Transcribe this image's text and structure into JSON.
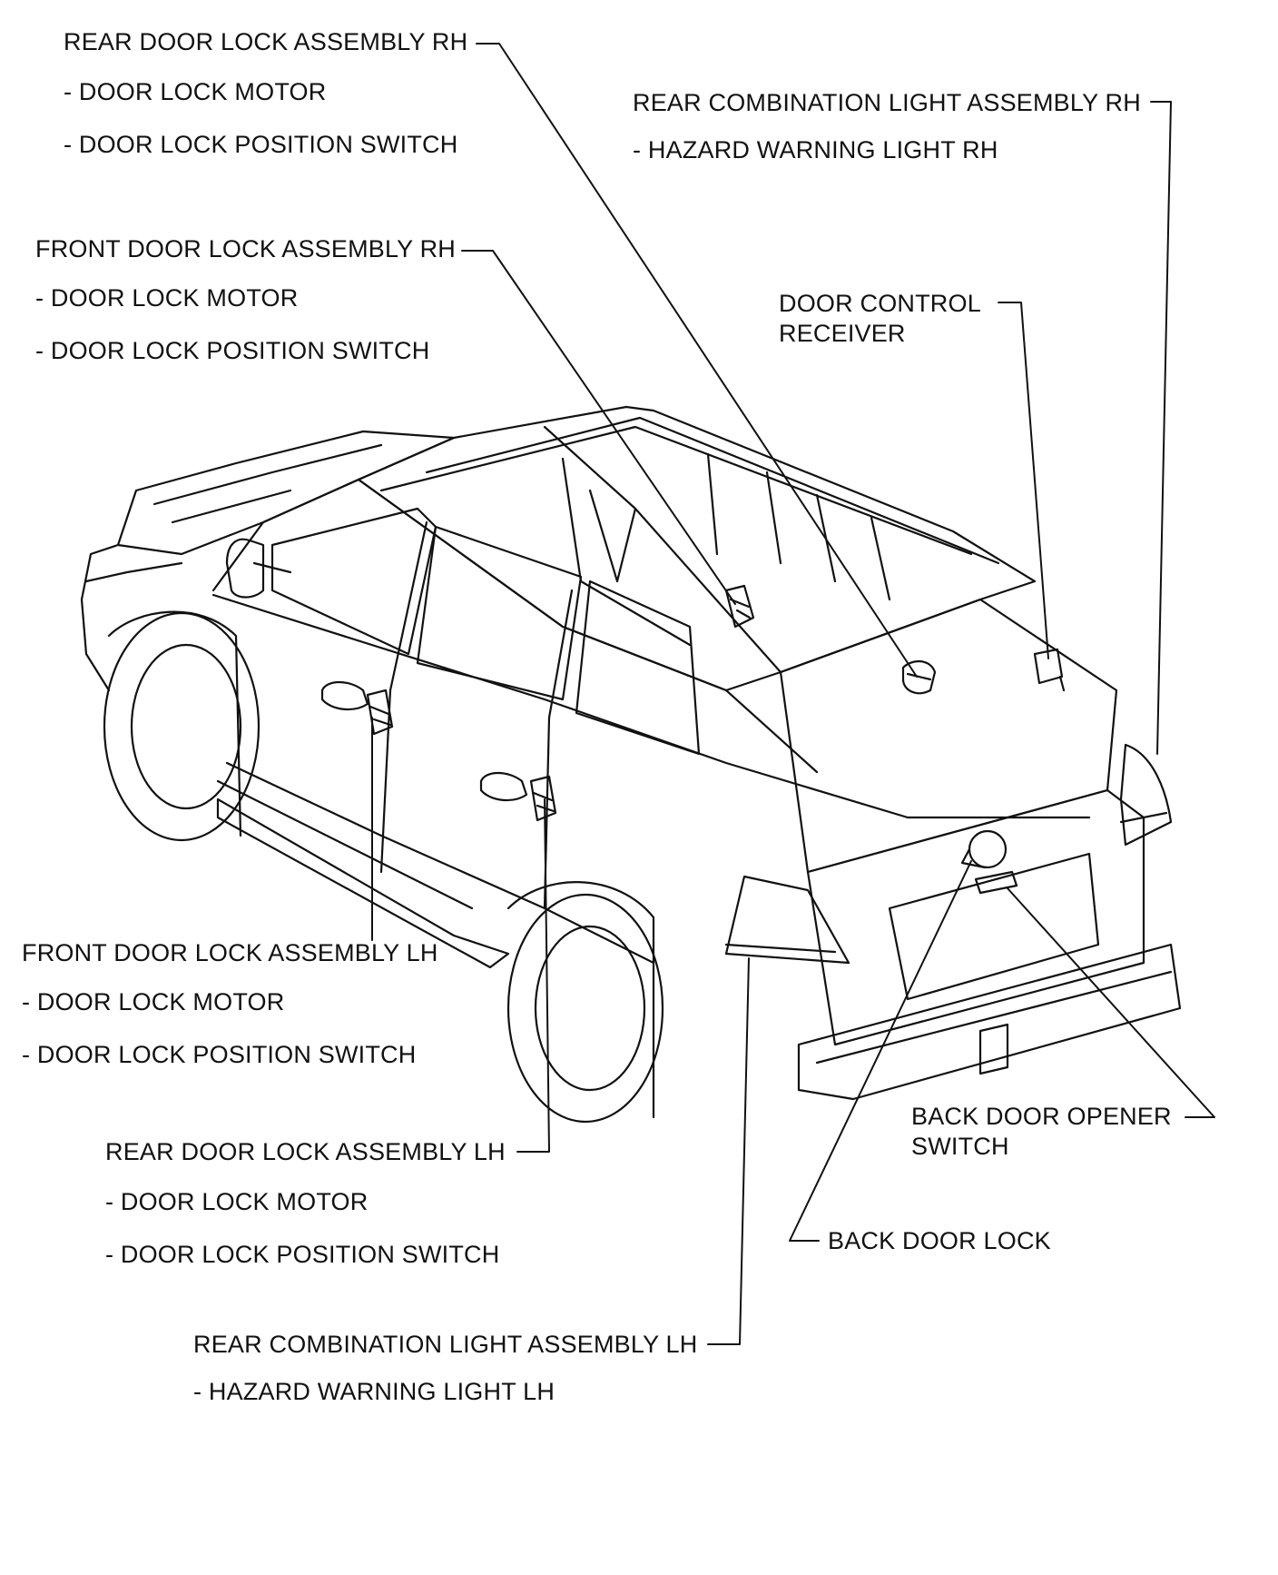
{
  "callouts": {
    "rear_door_rh": {
      "title": "REAR DOOR LOCK ASSEMBLY RH",
      "sub1": "- DOOR LOCK MOTOR",
      "sub2": "- DOOR LOCK POSITION SWITCH"
    },
    "rear_combo_rh": {
      "title": "REAR COMBINATION LIGHT ASSEMBLY RH",
      "sub1": "- HAZARD WARNING LIGHT RH"
    },
    "front_door_rh": {
      "title": "FRONT DOOR LOCK ASSEMBLY RH",
      "sub1": "- DOOR LOCK MOTOR",
      "sub2": "- DOOR LOCK POSITION SWITCH"
    },
    "door_control_receiver": {
      "line1": "DOOR CONTROL",
      "line2": "RECEIVER"
    },
    "front_door_lh": {
      "title": "FRONT DOOR LOCK ASSEMBLY LH",
      "sub1": "- DOOR LOCK MOTOR",
      "sub2": "- DOOR LOCK POSITION SWITCH"
    },
    "back_door_opener": {
      "line1": "BACK DOOR OPENER",
      "line2": "SWITCH"
    },
    "rear_door_lh": {
      "title": "REAR DOOR LOCK ASSEMBLY LH",
      "sub1": "- DOOR LOCK MOTOR",
      "sub2": "- DOOR LOCK POSITION SWITCH"
    },
    "back_door_lock": {
      "title": "BACK DOOR LOCK"
    },
    "rear_combo_lh": {
      "title": "REAR COMBINATION LIGHT ASSEMBLY LH",
      "sub1": "- HAZARD WARNING LIGHT LH"
    }
  },
  "colors": {
    "line": "#111111",
    "background": "#ffffff"
  }
}
